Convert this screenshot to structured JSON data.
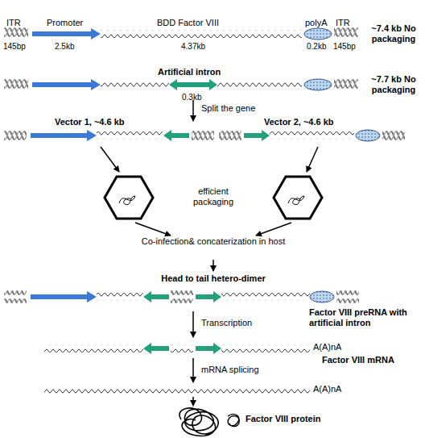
{
  "diagram": {
    "labels": [
      "ITR",
      "Promoter",
      "BDD Factor VIII",
      "polyA",
      "ITR",
      "145bp",
      "2.5kb",
      "4.37kb",
      "0.2kb",
      "145bp",
      "~7.4 kb No packaging",
      "Artificial intron",
      "0.3kb",
      "~7.7 kb No packaging",
      "Split the gene",
      "Vector 1, ~4.6 kb",
      "Vector 2, ~4.6 kb",
      "efficient packaging",
      "Co-infection& concaterization in host",
      "Head to tail hetero-dimer",
      "Factor VIII preRNA with artificial intron",
      "Transcription",
      "A(A)nA",
      "Factor VIII mRNA",
      "mRNA splicing",
      "A(A)nA",
      "Factor VIII protein"
    ]
  }
}
